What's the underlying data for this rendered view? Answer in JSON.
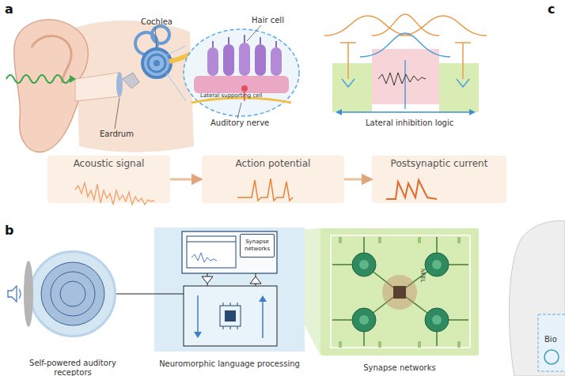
{
  "diagram": {
    "nodes": [
      {
        "text": [
          "Acoustic signal"
        ]
      },
      {
        "text": [
          "Action potential"
        ]
      },
      {
        "text": [
          "Postsynaptic current"
        ]
      },
      {
        "text": [
          "Self-powered auditory receptors"
        ]
      },
      {
        "text": [
          "Neuromorphic language processing"
        ]
      },
      {
        "text": [
          "Synapse networks"
        ],
        "in": 4
      },
      {
        "text": [
          "Synapse networks"
        ]
      }
    ],
    "edges": [
      {
        "from": 0,
        "to": 1,
        "arrow": "to"
      },
      {
        "from": 1,
        "to": 2,
        "arrow": "to"
      },
      {
        "from": 3,
        "to": 4,
        "arrow": "none"
      }
    ],
    "labels": [
      "a",
      "Cochlea",
      "Hair cell",
      "Eardrum",
      "Lateral supporting cell",
      "Auditory nerve",
      "Lateral inhibition logic",
      "b",
      "NFEL",
      "c",
      "Bio"
    ]
  }
}
